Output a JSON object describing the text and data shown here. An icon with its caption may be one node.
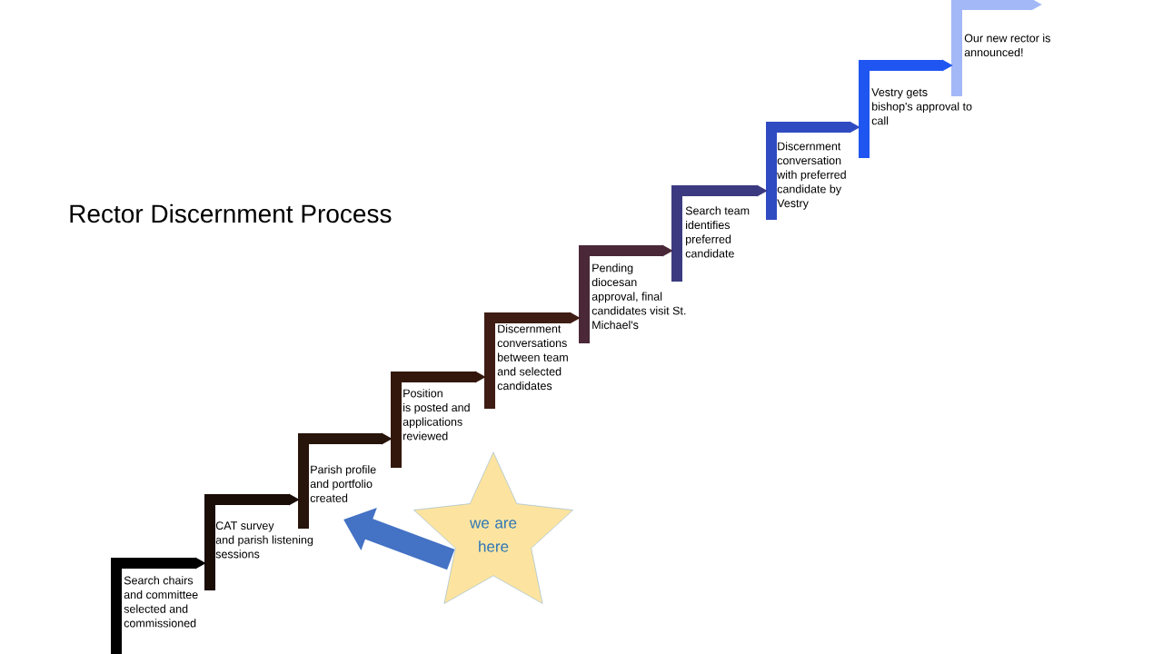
{
  "diagram": {
    "title": "Rector Discernment Process",
    "nodes": [
      {
        "text": [
          "Search chairs and committee selected and commissioned"
        ]
      },
      {
        "text": [
          "CAT survey and parish listening sessions"
        ]
      },
      {
        "text": [
          "Parish profile and portfolio created"
        ]
      },
      {
        "text": [
          "Position is posted and applications reviewed"
        ]
      },
      {
        "text": [
          "Discernment conversations between team and selected candidates"
        ]
      },
      {
        "text": [
          "Pending diocesan approval, final candidates visit St. Michael's"
        ]
      },
      {
        "text": [
          "Search team identifies preferred candidate"
        ]
      },
      {
        "text": [
          "Discernment conversation with preferred candidate by Vestry"
        ]
      },
      {
        "text": [
          "Vestry gets bishop's approval to call"
        ]
      },
      {
        "text": [
          "Our new rector is announced!"
        ]
      },
      {
        "text": [
          "we are here"
        ]
      }
    ],
    "edges": [
      {
        "from": 0,
        "to": 1,
        "arrow": "to",
        "color": "#000000"
      },
      {
        "from": 1,
        "to": 2,
        "arrow": "to",
        "color": "#1a0c06"
      },
      {
        "from": 2,
        "to": 3,
        "arrow": "to",
        "color": "#27140a"
      },
      {
        "from": 3,
        "to": 4,
        "arrow": "to",
        "color": "#33170c"
      },
      {
        "from": 4,
        "to": 5,
        "arrow": "to",
        "color": "#3f1c14"
      },
      {
        "from": 5,
        "to": 6,
        "arrow": "to",
        "color": "#4a2838"
      },
      {
        "from": 6,
        "to": 7,
        "arrow": "to",
        "color": "#3b3a80"
      },
      {
        "from": 7,
        "to": 8,
        "arrow": "to",
        "color": "#2f4bc2"
      },
      {
        "from": 8,
        "to": 9,
        "arrow": "to",
        "color": "#1f56f2"
      },
      {
        "from": 9,
        "to": null,
        "arrow": "to",
        "color": "#a3b8f7"
      },
      {
        "from": 10,
        "to": 2,
        "arrow": "to",
        "style": "thick",
        "color": "#4472c4"
      }
    ]
  }
}
